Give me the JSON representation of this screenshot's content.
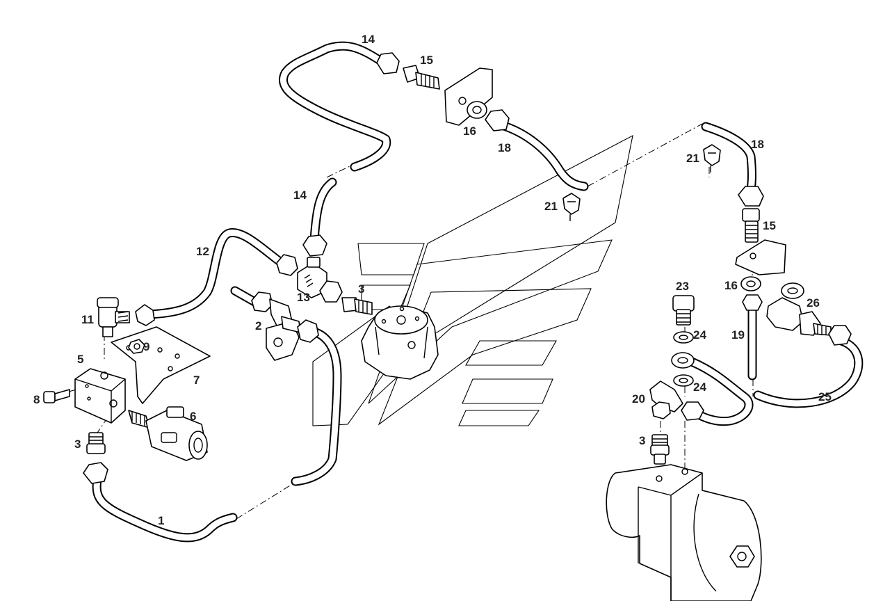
{
  "callouts": [
    {
      "id": "c1",
      "text": "1"
    },
    {
      "id": "c2",
      "text": "2"
    },
    {
      "id": "c3a",
      "text": "3"
    },
    {
      "id": "c3b",
      "text": "3"
    },
    {
      "id": "c3c",
      "text": "3"
    },
    {
      "id": "c5",
      "text": "5"
    },
    {
      "id": "c6",
      "text": "6"
    },
    {
      "id": "c7",
      "text": "7"
    },
    {
      "id": "c8",
      "text": "8"
    },
    {
      "id": "c9",
      "text": "9"
    },
    {
      "id": "c11",
      "text": "11"
    },
    {
      "id": "c12",
      "text": "12"
    },
    {
      "id": "c13",
      "text": "13"
    },
    {
      "id": "c14a",
      "text": "14"
    },
    {
      "id": "c14b",
      "text": "14"
    },
    {
      "id": "c15a",
      "text": "15"
    },
    {
      "id": "c15b",
      "text": "15"
    },
    {
      "id": "c16a",
      "text": "16"
    },
    {
      "id": "c16b",
      "text": "16"
    },
    {
      "id": "c18a",
      "text": "18"
    },
    {
      "id": "c18b",
      "text": "18"
    },
    {
      "id": "c19",
      "text": "19"
    },
    {
      "id": "c20",
      "text": "20"
    },
    {
      "id": "c21a",
      "text": "21"
    },
    {
      "id": "c21b",
      "text": "21"
    },
    {
      "id": "c23",
      "text": "23"
    },
    {
      "id": "c24a",
      "text": "24"
    },
    {
      "id": "c24b",
      "text": "24"
    },
    {
      "id": "c25",
      "text": "25"
    },
    {
      "id": "c26",
      "text": "26"
    }
  ]
}
